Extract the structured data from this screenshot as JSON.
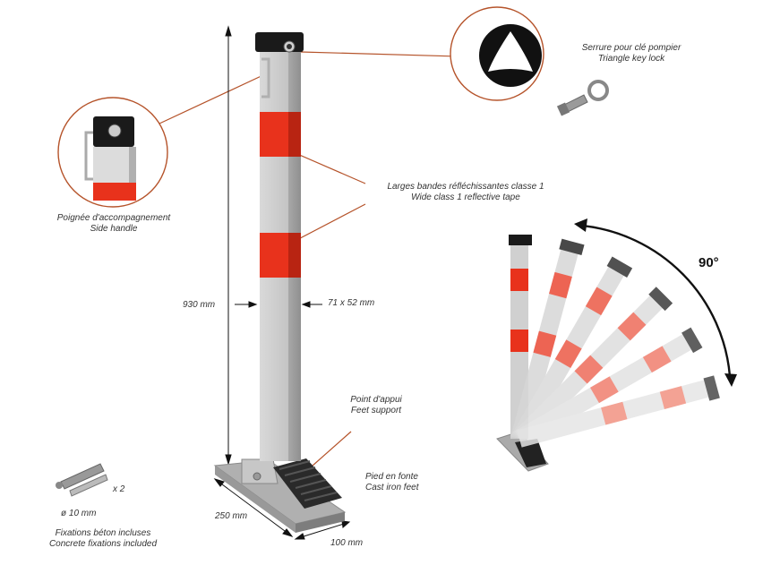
{
  "labels": {
    "lock_fr": "Serrure pour clé pompier",
    "lock_en": "Triangle key lock",
    "handle_fr": "Poignée d'accompagnement",
    "handle_en": "Side handle",
    "tape_fr": "Larges bandes réfléchissantes classe 1",
    "tape_en": "Wide class 1 reflective tape",
    "height": "930 mm",
    "section": "71 x 52 mm",
    "support_fr": "Point d'appui",
    "support_en": "Feet support",
    "feet_fr": "Pied en fonte",
    "feet_en": "Cast iron feet",
    "base_width": "250 mm",
    "base_depth": "100 mm",
    "anchor_count": "x 2",
    "anchor_diameter": "ø 10 mm",
    "fix_fr": "Fixations béton incluses",
    "fix_en": "Concrete fixations included",
    "angle": "90°"
  },
  "colors": {
    "reflective_red": "#e8321c",
    "post_grey": "#cfcfcf",
    "leader_line": "#b5532a",
    "lock_black": "#1a1a1a"
  },
  "icons": [
    "triangle-key-lock-icon",
    "triangle-key-icon",
    "anchor-bolt-icon",
    "rotation-arrow-icon"
  ]
}
